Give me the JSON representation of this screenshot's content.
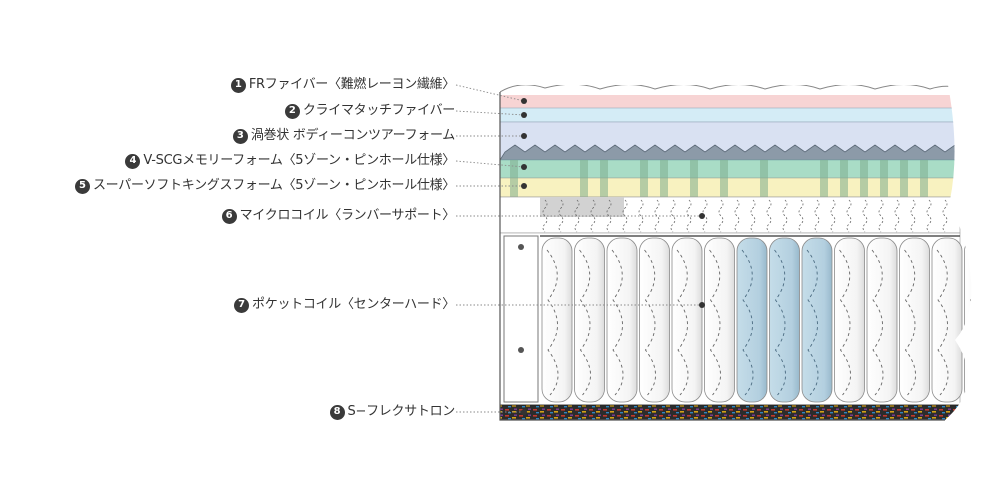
{
  "colors": {
    "fr_fiber": "#f7d4d4",
    "climate_touch": "#d4ecf6",
    "wave_foam": "#d9e1f2",
    "vscg_memory": "#a9dcc6",
    "super_soft": "#f8f2c0",
    "micro_coil_bg": "#ffffff",
    "micro_gray": "#d2d2d2",
    "pocket_coil": "#ffffff",
    "pocket_coil_hard": "#b7d3e2",
    "s_flex_base": "#2a2a2a",
    "leader_line": "#8a8a8a",
    "outline": "#555555"
  },
  "layers": [
    {
      "number": "1",
      "label": "FRファイバー〈難燃レーヨン繊維〉"
    },
    {
      "number": "2",
      "label": "クライマタッチファイバー"
    },
    {
      "number": "3",
      "label": "渦巻状 ボディーコンツアーフォーム"
    },
    {
      "number": "4",
      "label": "V-SCGメモリーフォーム〈5ゾーン・ピンホール仕様〉"
    },
    {
      "number": "5",
      "label": "スーパーソフトキングスフォーム〈5ゾーン・ピンホール仕様〉"
    },
    {
      "number": "6",
      "label": "マイクロコイル〈ランバーサポート〉"
    },
    {
      "number": "7",
      "label": "ポケットコイル〈センターハード〉"
    },
    {
      "number": "8",
      "label": "S−フレクサトロン"
    }
  ]
}
